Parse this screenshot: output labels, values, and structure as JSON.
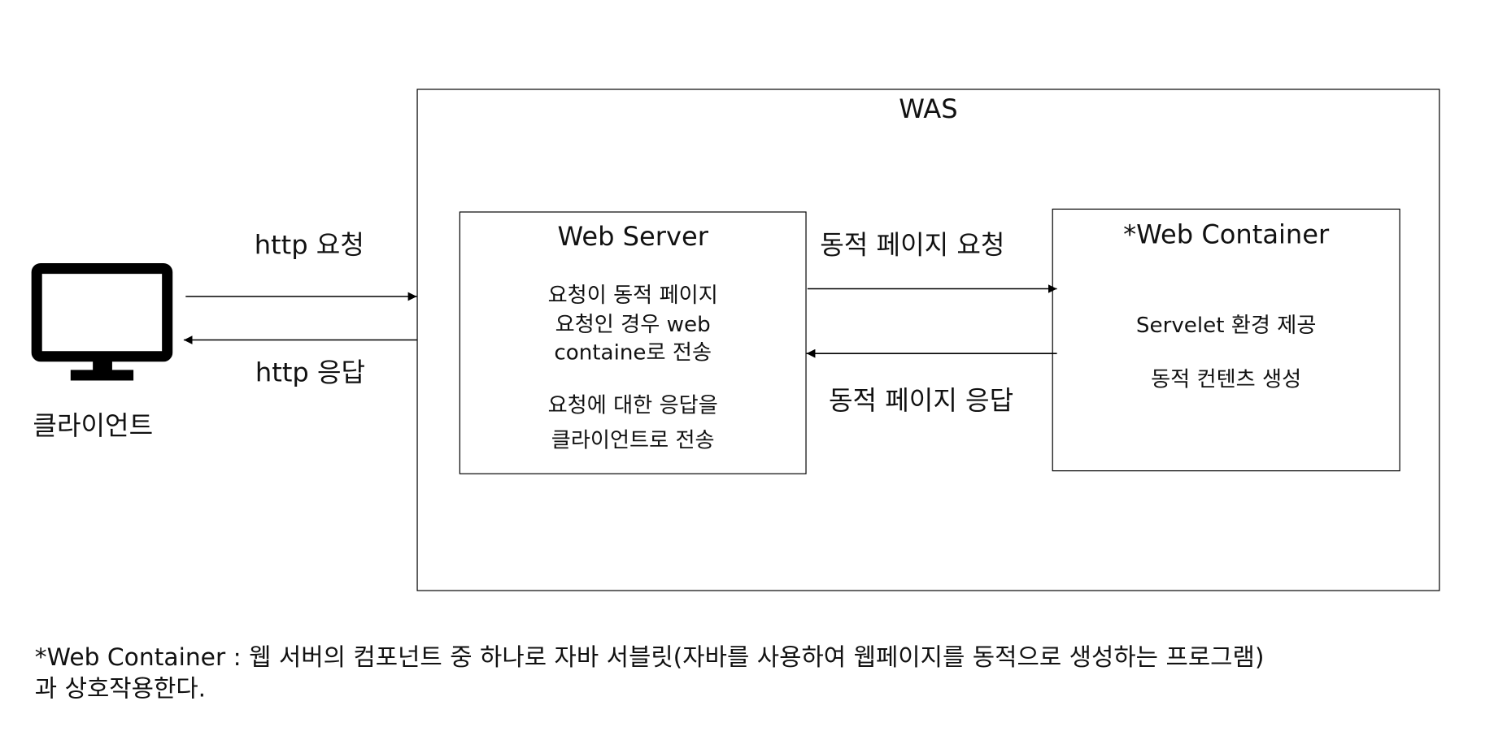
{
  "client": {
    "label": "클라이언트",
    "icon": "monitor-icon"
  },
  "arrows": {
    "http_request": "http 요청",
    "http_response": "http 응답",
    "dynamic_request": "동적 페이지 요청",
    "dynamic_response": "동적 페이지 응답"
  },
  "was": {
    "title": "WAS"
  },
  "web_server": {
    "title": "Web Server",
    "desc1_line1": "요청이 동적 페이지",
    "desc1_line2": "요청인 경우 web",
    "desc1_line3": "containe로 전송",
    "desc2_line1": "요청에 대한 응답을",
    "desc2_line2": "클라이언트로 전송"
  },
  "web_container": {
    "title": "*Web Container",
    "line1": "Servelet 환경 제공",
    "line2": "동적 컨텐츠 생성"
  },
  "footnote": {
    "line1": "*Web Container :  웹 서버의 컴포넌트 중 하나로 자바 서블릿(자바를 사용하여 웹페이지를 동적으로 생성하는 프로그램)",
    "line2": "과 상호작용한다."
  },
  "colors": {
    "stroke": "#000000",
    "background": "#ffffff"
  }
}
